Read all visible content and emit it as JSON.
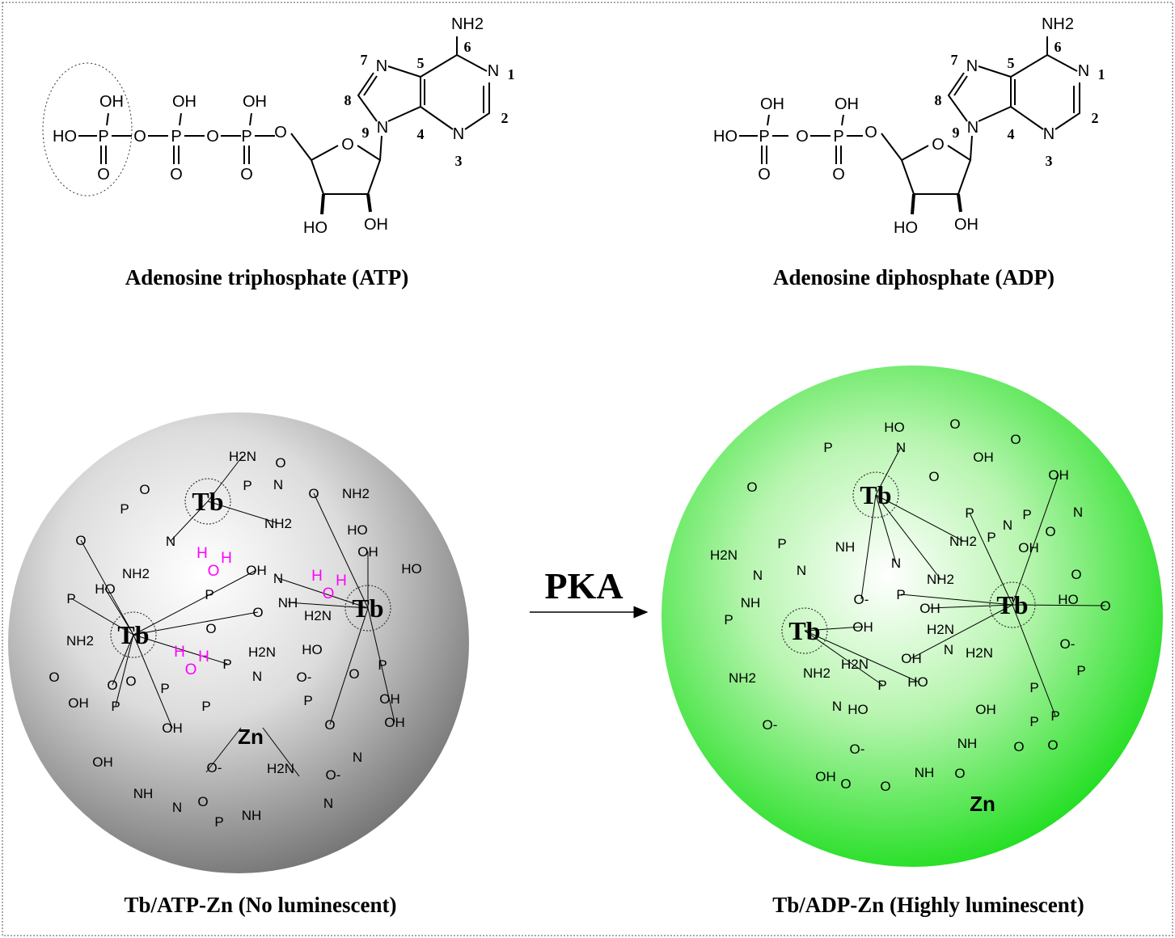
{
  "top": {
    "atp": {
      "caption": "Adenosine triphosphate (ATP)",
      "atoms": {
        "ho": "HO",
        "p": "P",
        "oh": "OH",
        "o": "O",
        "n": "N",
        "nh2": "NH2"
      },
      "ring_numbers": [
        "1",
        "2",
        "3",
        "4",
        "5",
        "6",
        "7",
        "8",
        "9"
      ]
    },
    "adp": {
      "caption": "Adenosine diphosphate (ADP)",
      "atoms": {
        "ho": "HO",
        "p": "P",
        "oh": "OH",
        "o": "O",
        "n": "N",
        "nh2": "NH2"
      },
      "ring_numbers": [
        "1",
        "2",
        "3",
        "4",
        "5",
        "6",
        "7",
        "8",
        "9"
      ]
    }
  },
  "bottom": {
    "left": {
      "caption": "Tb/ATP-Zn (No luminescent)",
      "metal_tb": "Tb",
      "metal_zn": "Zn",
      "water": {
        "h": "H",
        "o": "O"
      },
      "sphere_color": "#8a8a8a"
    },
    "right": {
      "caption": "Tb/ADP-Zn (Highly luminescent)",
      "metal_tb": "Tb",
      "metal_zn": "Zn",
      "sphere_color": "#22dd22"
    },
    "arrow_label": "PKA",
    "labels": {
      "oh": "OH",
      "ho": "HO",
      "p": "P",
      "o": "O",
      "n": "N",
      "nh2": "NH2",
      "h2n": "H2N",
      "nh": "NH",
      "o_minus": "O-"
    }
  },
  "colors": {
    "water": "#ff00ff",
    "green": "#22dd22",
    "gray": "#7a7a7a"
  }
}
